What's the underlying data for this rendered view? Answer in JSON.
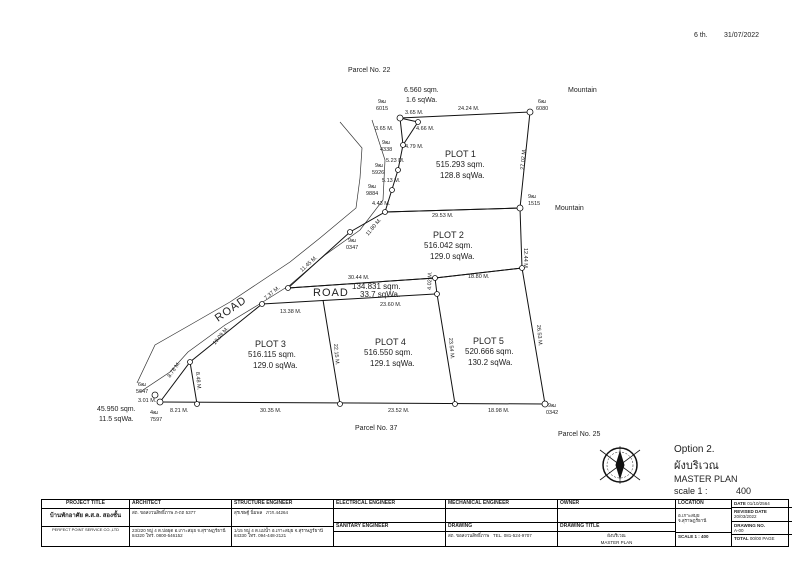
{
  "header": {
    "sheet": "6 th.",
    "date": "31/07/2022"
  },
  "labels": {
    "parcel_top": "Parcel No. 22",
    "parcel_bottom": "Parcel No. 37",
    "parcel_right_bottom": "Parcel No. 25",
    "mountain_1": "Mountain",
    "mountain_2": "Mountain",
    "road_1": "ROAD",
    "road_2": "ROAD"
  },
  "plots": [
    {
      "name": "PLOT 1",
      "sqm": "515.293 sqm.",
      "sqwa": "128.8 sqWa."
    },
    {
      "name": "PLOT 2",
      "sqm": "516.042 sqm.",
      "sqwa": "129.0 sqWa."
    },
    {
      "name": "PLOT 3",
      "sqm": "516.115 sqm.",
      "sqwa": "129.0 sqWa."
    },
    {
      "name": "PLOT 4",
      "sqm": "516.550 sqm.",
      "sqwa": "129.1 sqWa."
    },
    {
      "name": "PLOT 5",
      "sqm": "520.666 sqm.",
      "sqwa": "130.2 sqWa."
    }
  ],
  "road_plot": {
    "sqm": "134.831 sqm.",
    "sqwa": "33.7 sqWa."
  },
  "corner_top": {
    "sqm": "6.560 sqm.",
    "sqwa": "1.6 sqWa."
  },
  "corner_bottom": {
    "sqm": "45.950 sqm.",
    "sqwa": "11.5 sqWa."
  },
  "markers": {
    "m6015": {
      "a": "9ฒ",
      "b": "6015"
    },
    "m6080": {
      "a": "6ฒ",
      "b": "6080"
    },
    "m4338": {
      "a": "9ฒ",
      "b": "4338"
    },
    "m5926": {
      "a": "9ฒ",
      "b": "5926"
    },
    "m9884": {
      "a": "9ฒ",
      "b": "9884"
    },
    "m1515": {
      "a": "9ฒ",
      "b": "1515"
    },
    "m0347": {
      "a": "9ฒ",
      "b": "0347"
    },
    "m5647": {
      "a": "6ฒ",
      "b": "5647"
    },
    "m7597": {
      "a": "4ฒ",
      "b": "7597"
    },
    "m0342": {
      "a": "9ฒ",
      "b": "0342"
    }
  },
  "dims": {
    "d1": "3.65 M.",
    "d2": "24.24 M.",
    "d3": "3.65 M.",
    "d4": "4.66 M.",
    "d5": "4.79 M.",
    "d6": "5.23 M.",
    "d7": "5.13 M.",
    "d8": "4.43 M.",
    "d9": "27.02 M.",
    "d10": "29.53 M.",
    "d11": "11.80 M.",
    "d12": "11.45 M.",
    "d13": "30.44 M.",
    "d14": "18.80 M.",
    "d15": "12.44 M.",
    "d16": "7.37 M.",
    "d17": "4.02 M.",
    "d18": "13.38 M.",
    "d19": "23.60 M.",
    "d20": "26.53 M.",
    "d21": "19.09 M.",
    "d22": "8.78 M.",
    "d23": "8.48 M.",
    "d24": "22.15 M.",
    "d25": "23.54 M.",
    "d26": "3.01 M.",
    "d27": "8.21 M.",
    "d28": "30.35 M.",
    "d29": "23.52 M.",
    "d30": "18.98 M."
  },
  "legend": {
    "option": "Option 2.",
    "thai_title": "ผังบริเวณ",
    "master": "MASTER PLAN",
    "scale_label": "scale 1 :",
    "scale_value": "400"
  },
  "titleblock": {
    "project_title": "PROJECT TITLE",
    "project_name": "บ้านพักอาศัย ค.ส.ล. สองชั้น",
    "project_addr": "PERFECT POINT SERVICE CO.,LTD",
    "architect": "ARCHITECT",
    "architect_name": "สถ. ขอสงวนสิทธิ์ภาพ ภ-ถถ 5377",
    "architect_addr": "23/220 หมู่ 4 ต.บ่อผุด อ.เกาะสมุย จ.สุราษฎร์ธานี 84320 โทร. 0800-546152",
    "structure": "STRUCTURE ENGINEER",
    "structure_name": "สุรเชษฐ์ นิ่มพล",
    "structure_id": "ภวก.44264",
    "structure_addr": "1/15 หมู่ 4 ต.แม่น้ำ อ.เกาะสมุย จ.สุราษฎร์ธานี 84330 โทร. 094-448-2121",
    "electrical": "ELECTRICAL ENGINEER",
    "sanitary": "SANITARY ENGINEER",
    "mechanical": "MECHANICAL ENGINEER",
    "drawing": "DRAWING",
    "drawing_name": "สถ. ขอสงวนสิทธิ์ภาพ",
    "drawing_tel": "TEL. 081-524-9707",
    "owner": "OWNER",
    "drawing_title": "DRAWING TITLE",
    "drawing_title_thai": "ผังบริเวณ",
    "drawing_title_en": "MASTER PLAN",
    "location": "LOCATION",
    "location_value": "อ.เกาะสมุย จ.สุราษฎร์ธานี",
    "scale": "SCALE 1 : 400",
    "date_label": "DATE",
    "date_value": "01/10/2564",
    "revised": "REVISED DATE",
    "revised_value": "20/03/2022",
    "drawing_no": "DRAWING NO.",
    "drawing_no_value": "A-00",
    "total": "TOTAL",
    "total_value": "00/00 PAGE"
  }
}
